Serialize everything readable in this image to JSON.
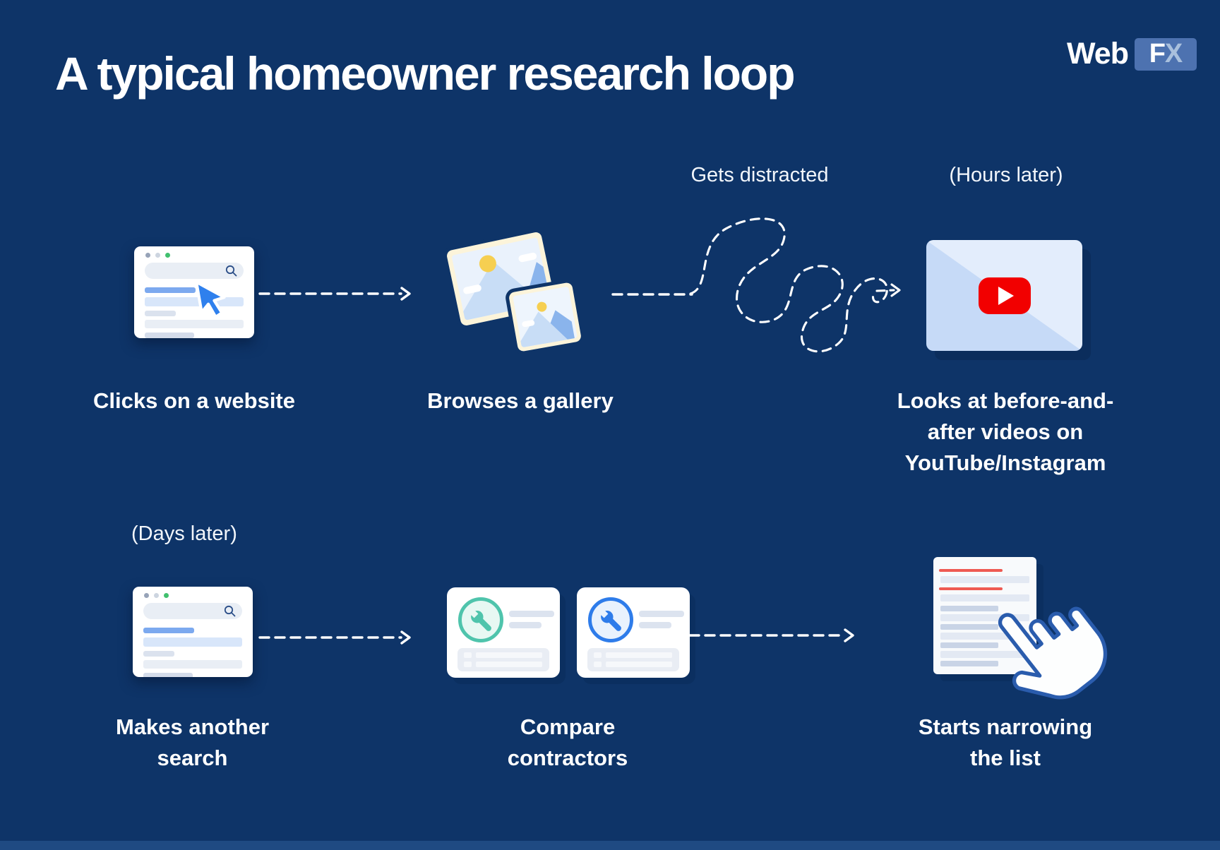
{
  "header": {
    "title": "A typical homeowner research loop",
    "logo": {
      "web": "Web",
      "fx_f": "F",
      "fx_x": "X"
    }
  },
  "annotations": {
    "gets_distracted": "Gets distracted",
    "hours_later": "(Hours later)",
    "days_later": "(Days later)"
  },
  "steps": [
    {
      "icon": "browser-click-icon",
      "caption_lines": [
        "Clicks on a website"
      ]
    },
    {
      "icon": "photo-gallery-icon",
      "caption_lines": [
        "Browses a gallery"
      ]
    },
    {
      "icon": "youtube-player-icon",
      "caption_lines": [
        "Looks at before-and-",
        "after videos on",
        "YouTube/Instagram"
      ]
    },
    {
      "icon": "browser-search-icon",
      "caption_lines": [
        "Makes another",
        "search"
      ]
    },
    {
      "icon": "contractor-compare-icon",
      "caption_lines": [
        "Compare",
        "contractors"
      ]
    },
    {
      "icon": "list-strikethrough-click-icon",
      "caption_lines": [
        "Starts narrowing",
        "the list"
      ]
    }
  ],
  "colors": {
    "background": "#0e3468",
    "bottom_bar": "#1f4a82",
    "youtube_red": "#f20000",
    "cursor_blue": "#2f80ed",
    "teal_accent": "#4fc4ac",
    "blue_accent": "#2e7cea",
    "strikethrough_red": "#ee5a52",
    "logo_box_blue": "#4d72b0"
  }
}
